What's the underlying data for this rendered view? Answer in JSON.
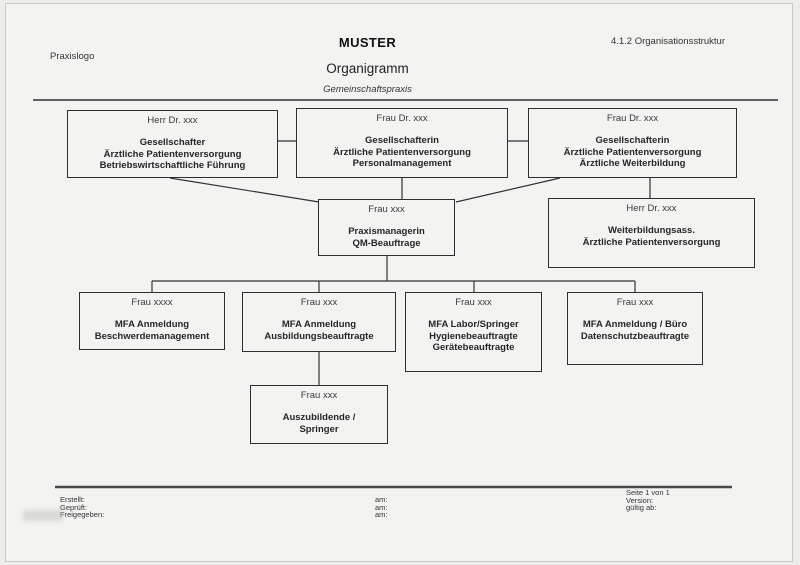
{
  "header": {
    "logo_placeholder": "Praxislogo",
    "doc_code": "4.1.2 Organisationsstruktur",
    "company": "MUSTER",
    "title": "Organigramm",
    "subtitle": "Gemeinschaftspraxis"
  },
  "org": {
    "boxes": [
      {
        "name": "Herr Dr. xxx",
        "roles": [
          "Gesellschafter",
          "Ärztliche Patientenversorgung",
          "Betriebswirtschaftliche Führung"
        ]
      },
      {
        "name": "Frau Dr. xxx",
        "roles": [
          "Gesellschafterin",
          "Ärztliche Patientenversorgung",
          "Personalmanagement"
        ]
      },
      {
        "name": "Frau Dr. xxx",
        "roles": [
          "Gesellschafterin",
          "Ärztliche Patientenversorgung",
          "Ärztliche Weiterbildung"
        ]
      },
      {
        "name": "Frau xxx",
        "roles": [
          "Praxismanagerin",
          "QM-Beauftrage"
        ]
      },
      {
        "name": "Herr Dr. xxx",
        "roles": [
          "Weiterbildungsass.",
          "Ärztliche Patientenversorgung"
        ]
      },
      {
        "name": "Frau xxxx",
        "roles": [
          "MFA Anmeldung",
          "Beschwerdemanagement"
        ]
      },
      {
        "name": "Frau xxx",
        "roles": [
          "MFA Anmeldung",
          "Ausbildungsbeauftragte"
        ]
      },
      {
        "name": "Frau xxx",
        "roles": [
          "MFA Labor/Springer",
          "Hygienebeauftragte",
          "Gerätebeauftragte"
        ]
      },
      {
        "name": "Frau xxx",
        "roles": [
          "MFA Anmeldung / Büro",
          "Datenschutzbeauftragte"
        ]
      },
      {
        "name": "Frau xxx",
        "roles": [
          "Auszubildende /",
          "Springer"
        ]
      }
    ]
  },
  "footer": {
    "page_info": "Seite 1 von 1",
    "left_labels": [
      "Erstellt:",
      "Geprüft:",
      "Freigegeben:"
    ],
    "am_labels": [
      "am:",
      "am:",
      "am:"
    ],
    "right_labels": [
      "Version:",
      "gültig ab:"
    ]
  },
  "colors": {
    "line": "#333333",
    "footer_rule": "#4a4a4a",
    "box_border": "#2e2e2e",
    "page_bg": "#f3f3f2"
  }
}
